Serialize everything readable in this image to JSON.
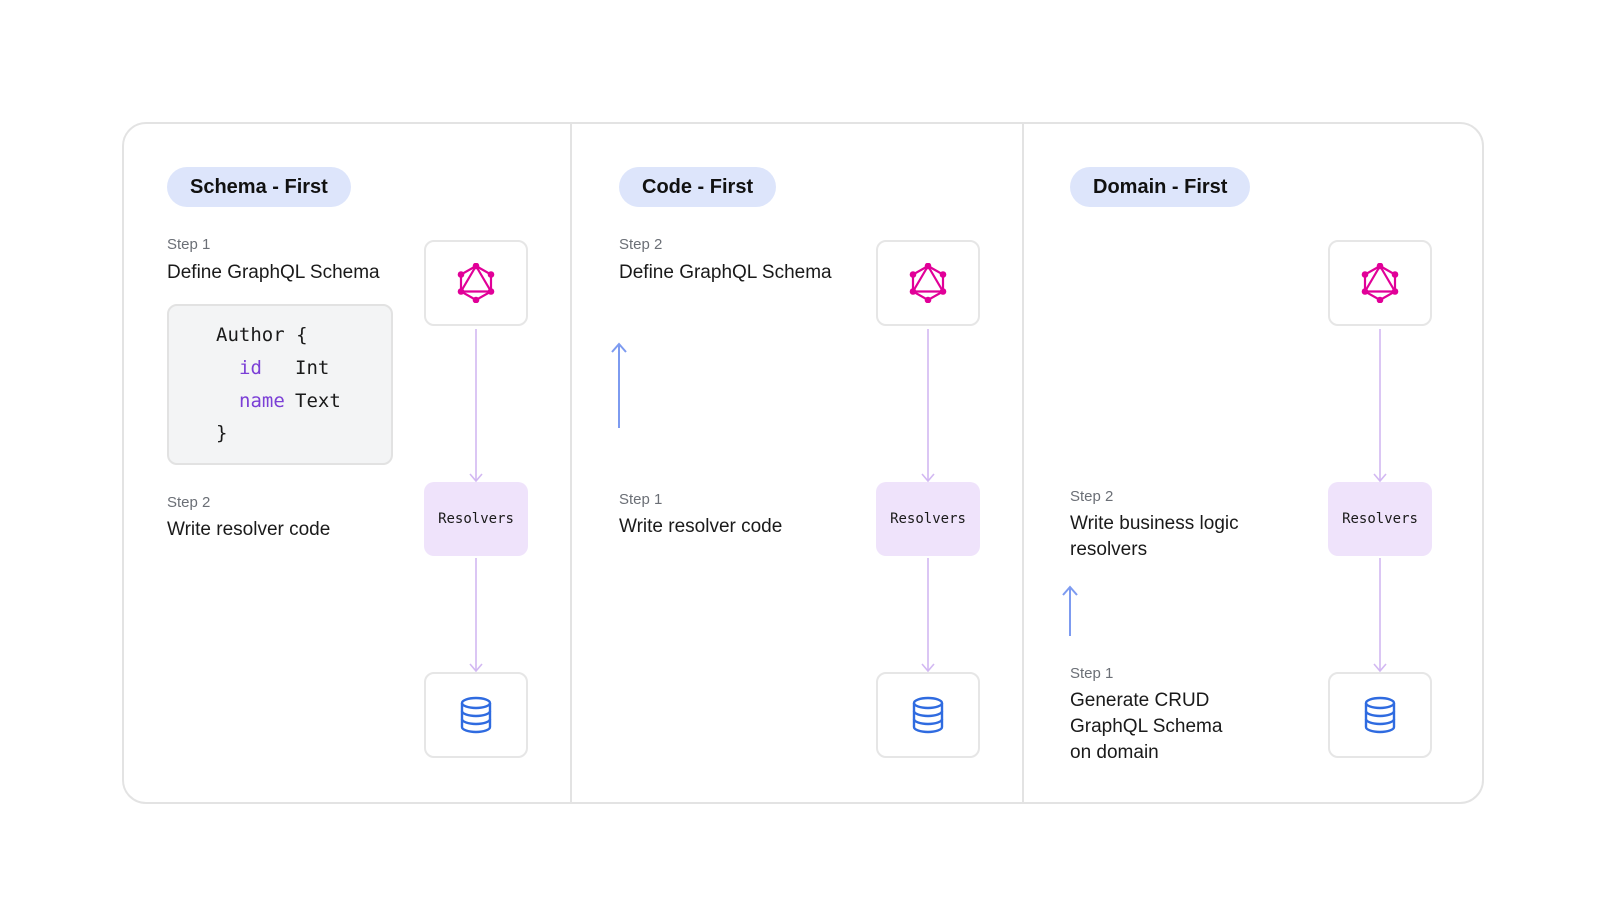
{
  "columns": [
    {
      "title": "Schema - First",
      "schema_step": {
        "label": "Step 1",
        "text": "Define GraphQL Schema"
      },
      "resolver_step": {
        "label": "Step 2",
        "text": "Write resolver code"
      },
      "code": {
        "open": "Author {",
        "fields": [
          {
            "name": "id",
            "type": "Int"
          },
          {
            "name": "name",
            "type": "Text"
          }
        ],
        "close": "}"
      },
      "resolver_node": "Resolvers"
    },
    {
      "title": "Code - First",
      "schema_step": {
        "label": "Step 2",
        "text": "Define GraphQL Schema"
      },
      "resolver_step": {
        "label": "Step 1",
        "text": "Write resolver code"
      },
      "resolver_node": "Resolvers"
    },
    {
      "title": "Domain - First",
      "business_step": {
        "label": "Step 2",
        "text_line1": "Write business logic",
        "text_line2": "resolvers"
      },
      "domain_step": {
        "label": "Step 1",
        "text_line1": "Generate CRUD",
        "text_line2": "GraphQL Schema",
        "text_line3": "on domain"
      },
      "resolver_node": "Resolvers"
    }
  ],
  "icons": {
    "schema": "graphql-icon",
    "database": "database-icon"
  },
  "colors": {
    "pill_bg": "#dde5fb",
    "resolver_bg": "#efe3fb",
    "graphql_pink": "#e10098",
    "database_blue": "#2f6be0",
    "connector_purple": "#d2b8f2",
    "step_arrow_blue": "#7d9bf0",
    "code_keyword": "#7b3fd6"
  }
}
